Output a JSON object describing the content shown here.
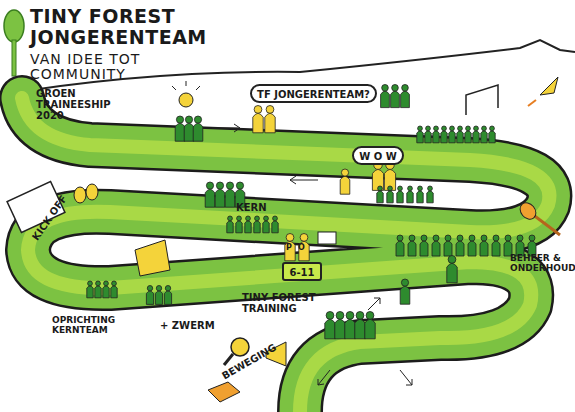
{
  "diagram": {
    "title": "TINY FOREST JONGERENTEAM",
    "nodes": [
      {
        "text": [
          "TF JONGERENTEAM?"
        ]
      },
      {
        "text": [
          "W O W"
        ]
      },
      {
        "text": [
          "6-11"
        ]
      }
    ],
    "labels": [
      "VAN IDEE TOT COMMUNITY",
      "GROEN TRAINEESHIP 2020",
      "KERN",
      "KICK OFF",
      "P",
      "O",
      "TINY FOREST TRAINING",
      "OPRICHTING KERNTEAM",
      "+ ZWERM",
      "BEWEGING",
      "BEHEER & ONDERHOUD"
    ]
  }
}
